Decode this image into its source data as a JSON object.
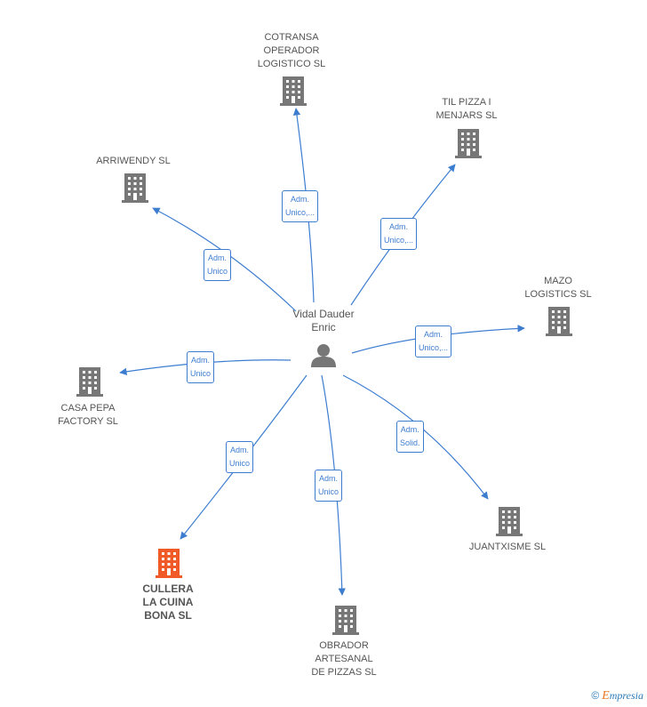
{
  "center": {
    "name_line1": "Vidal Dauder",
    "name_line2": "Enric"
  },
  "colors": {
    "edge": "#3d7dd0",
    "building": "#777777",
    "building_highlight": "#f05a28"
  },
  "nodes": [
    {
      "id": "cotransa",
      "lines": [
        "COTRANSA",
        "OPERADOR",
        "LOGISTICO  SL"
      ],
      "edge_lines": [
        "Adm.",
        "Unico,..."
      ],
      "highlight": false
    },
    {
      "id": "tilpizza",
      "lines": [
        "TIL PIZZA I",
        "MENJARS  SL"
      ],
      "edge_lines": [
        "Adm.",
        "Unico,..."
      ],
      "highlight": false
    },
    {
      "id": "arriwendy",
      "lines": [
        "ARRIWENDY SL"
      ],
      "edge_lines": [
        "Adm.",
        "Unico"
      ],
      "highlight": false
    },
    {
      "id": "mazo",
      "lines": [
        "MAZO",
        "LOGISTICS  SL"
      ],
      "edge_lines": [
        "Adm.",
        "Unico,..."
      ],
      "highlight": false
    },
    {
      "id": "casapepa",
      "lines": [
        "CASA PEPA",
        "FACTORY  SL"
      ],
      "edge_lines": [
        "Adm.",
        "Unico"
      ],
      "highlight": false
    },
    {
      "id": "juantxisme",
      "lines": [
        "JUANTXISME SL"
      ],
      "edge_lines": [
        "Adm.",
        "Solid."
      ],
      "highlight": false
    },
    {
      "id": "cullera",
      "lines": [
        "CULLERA",
        "LA CUINA",
        "BONA  SL"
      ],
      "edge_lines": [
        "Adm.",
        "Unico"
      ],
      "highlight": true
    },
    {
      "id": "obrador",
      "lines": [
        "OBRADOR",
        "ARTESANAL",
        "DE PIZZAS  SL"
      ],
      "edge_lines": [
        "Adm.",
        "Unico"
      ],
      "highlight": false
    }
  ],
  "footer": {
    "copyright": "©",
    "brand_e": "E",
    "brand_rest": "mpresia"
  }
}
